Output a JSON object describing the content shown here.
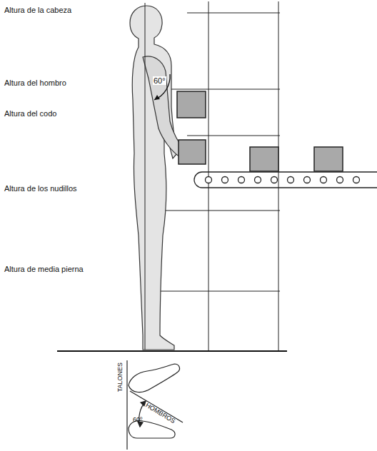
{
  "diagram": {
    "labels": [
      "Altura de la cabeza",
      "Altura del hombro",
      "Altura del codo",
      "Altura de los nudillos",
      "Altura de media pierna",
      "60°",
      "TALONES",
      "HOMBROS",
      "60º"
    ]
  }
}
